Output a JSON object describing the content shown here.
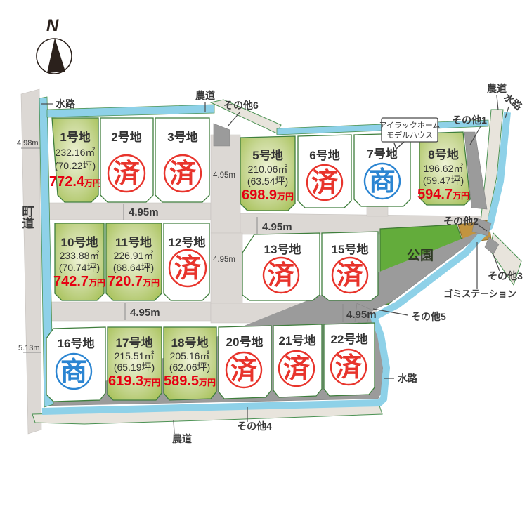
{
  "compass": {
    "north": "N"
  },
  "labels": {
    "waterway": "水路",
    "farm_road": "農道",
    "town_road": "町道",
    "park": "公園",
    "garbage_station": "ゴミステーション",
    "other1": "その他1",
    "other2": "その他2",
    "other3": "その他3",
    "other4": "その他4",
    "other5": "その他5",
    "other6": "その他6"
  },
  "dimensions": {
    "left_top": "4.98m",
    "left_bottom": "5.13m",
    "road_width": "4.95m"
  },
  "callout": {
    "line1": "アイラックホーム",
    "line2": "モデルハウス"
  },
  "colors": {
    "available_plot": "#a7c158",
    "sold_stamp": "#e8342c",
    "negotiating_stamp": "#2b85d2",
    "price_red": "#e60012",
    "park_green": "#63ac3b",
    "waterway_blue": "#8ed1e8",
    "road_gray": "#dcd8d4"
  },
  "plots": [
    {
      "name": "1号地",
      "status": "available",
      "area": "232.16㎡",
      "tsubo": "(70.22坪)",
      "price": "772.4",
      "price_unit": "万円"
    },
    {
      "name": "2号地",
      "status": "sold",
      "stamp": "済"
    },
    {
      "name": "3号地",
      "status": "sold",
      "stamp": "済"
    },
    {
      "name": "5号地",
      "status": "available",
      "area": "210.06㎡",
      "tsubo": "(63.54坪)",
      "price": "698.9",
      "price_unit": "万円"
    },
    {
      "name": "6号地",
      "status": "sold",
      "stamp": "済"
    },
    {
      "name": "7号地",
      "status": "negotiating",
      "stamp": "商"
    },
    {
      "name": "8号地",
      "status": "available",
      "area": "196.62㎡",
      "tsubo": "(59.47坪)",
      "price": "594.7",
      "price_unit": "万円"
    },
    {
      "name": "10号地",
      "status": "available",
      "area": "233.88㎡",
      "tsubo": "(70.74坪)",
      "price": "742.7",
      "price_unit": "万円"
    },
    {
      "name": "11号地",
      "status": "available",
      "area": "226.91㎡",
      "tsubo": "(68.64坪)",
      "price": "720.7",
      "price_unit": "万円"
    },
    {
      "name": "12号地",
      "status": "sold",
      "stamp": "済"
    },
    {
      "name": "13号地",
      "status": "sold",
      "stamp": "済"
    },
    {
      "name": "15号地",
      "status": "sold",
      "stamp": "済"
    },
    {
      "name": "16号地",
      "status": "negotiating",
      "stamp": "商"
    },
    {
      "name": "17号地",
      "status": "available",
      "area": "215.51㎡",
      "tsubo": "(65.19坪)",
      "price": "619.3",
      "price_unit": "万円"
    },
    {
      "name": "18号地",
      "status": "available",
      "area": "205.16㎡",
      "tsubo": "(62.06坪)",
      "price": "589.5",
      "price_unit": "万円"
    },
    {
      "name": "20号地",
      "status": "sold",
      "stamp": "済"
    },
    {
      "name": "21号地",
      "status": "sold",
      "stamp": "済"
    },
    {
      "name": "22号地",
      "status": "sold",
      "stamp": "済"
    }
  ]
}
